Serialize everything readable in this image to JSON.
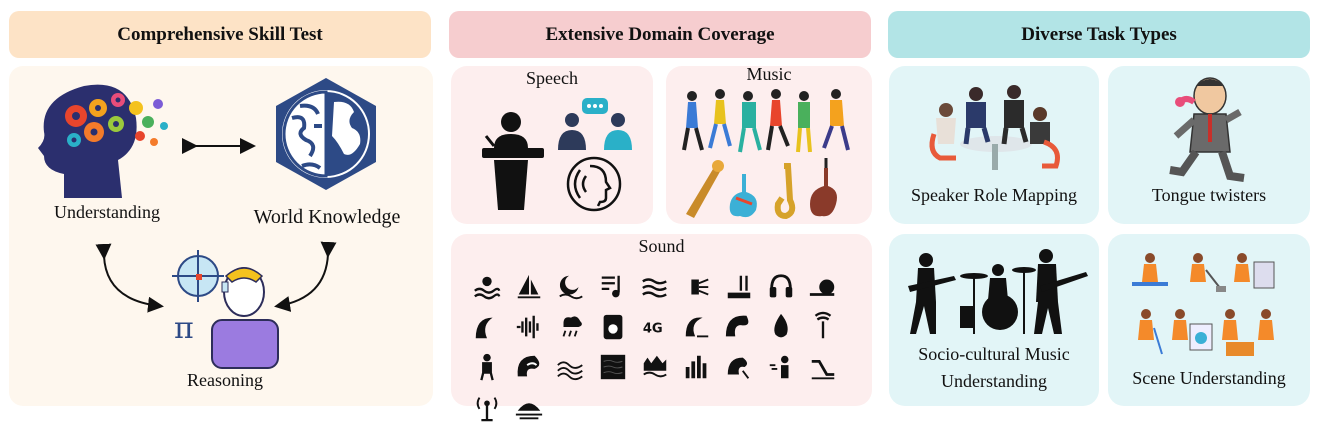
{
  "columns": [
    {
      "title": "Comprehensive Skill Test",
      "color": "#fde3c6"
    },
    {
      "title": "Extensive Domain Coverage",
      "color": "#f6cdcf"
    },
    {
      "title": "Diverse Task Types",
      "color": "#b2e4e6"
    }
  ],
  "skills": {
    "understanding": "Understanding",
    "world_knowledge": "World Knowledge",
    "reasoning": "Reasoning"
  },
  "domains": {
    "speech": "Speech",
    "music": "Music",
    "sound": "Sound"
  },
  "tasks": {
    "speaker_role": "Speaker Role Mapping",
    "tongue": "Tongue twisters",
    "sociocultural_line1": "Socio-cultural Music",
    "sociocultural_line2": "Understanding",
    "scene": "Scene Understanding"
  },
  "sound_icons": [
    "waves-sun-icon",
    "sailboat-icon",
    "moon-waves-icon",
    "music-note-icon",
    "wind-waves-icon",
    "lighthouse-icon",
    "swimming-pool-icon",
    "headphones-icon",
    "snail-icon",
    "tsunami-icon",
    "audio-wave-icon",
    "rain-cloud-icon",
    "speaker-icon",
    "signal-4g-icon",
    "ocean-wave-icon",
    "big-wave-icon",
    "fire-drop-icon",
    "antenna-icon",
    "person-icon",
    "surf-wave-icon",
    "water-ripple-icon",
    "square-noise-icon",
    "city-flood-icon",
    "equalizer-icon",
    "storm-wave-icon",
    "person-shouting-icon",
    "escalator-icon",
    "radio-tower-icon",
    "sunset-sea-icon"
  ]
}
